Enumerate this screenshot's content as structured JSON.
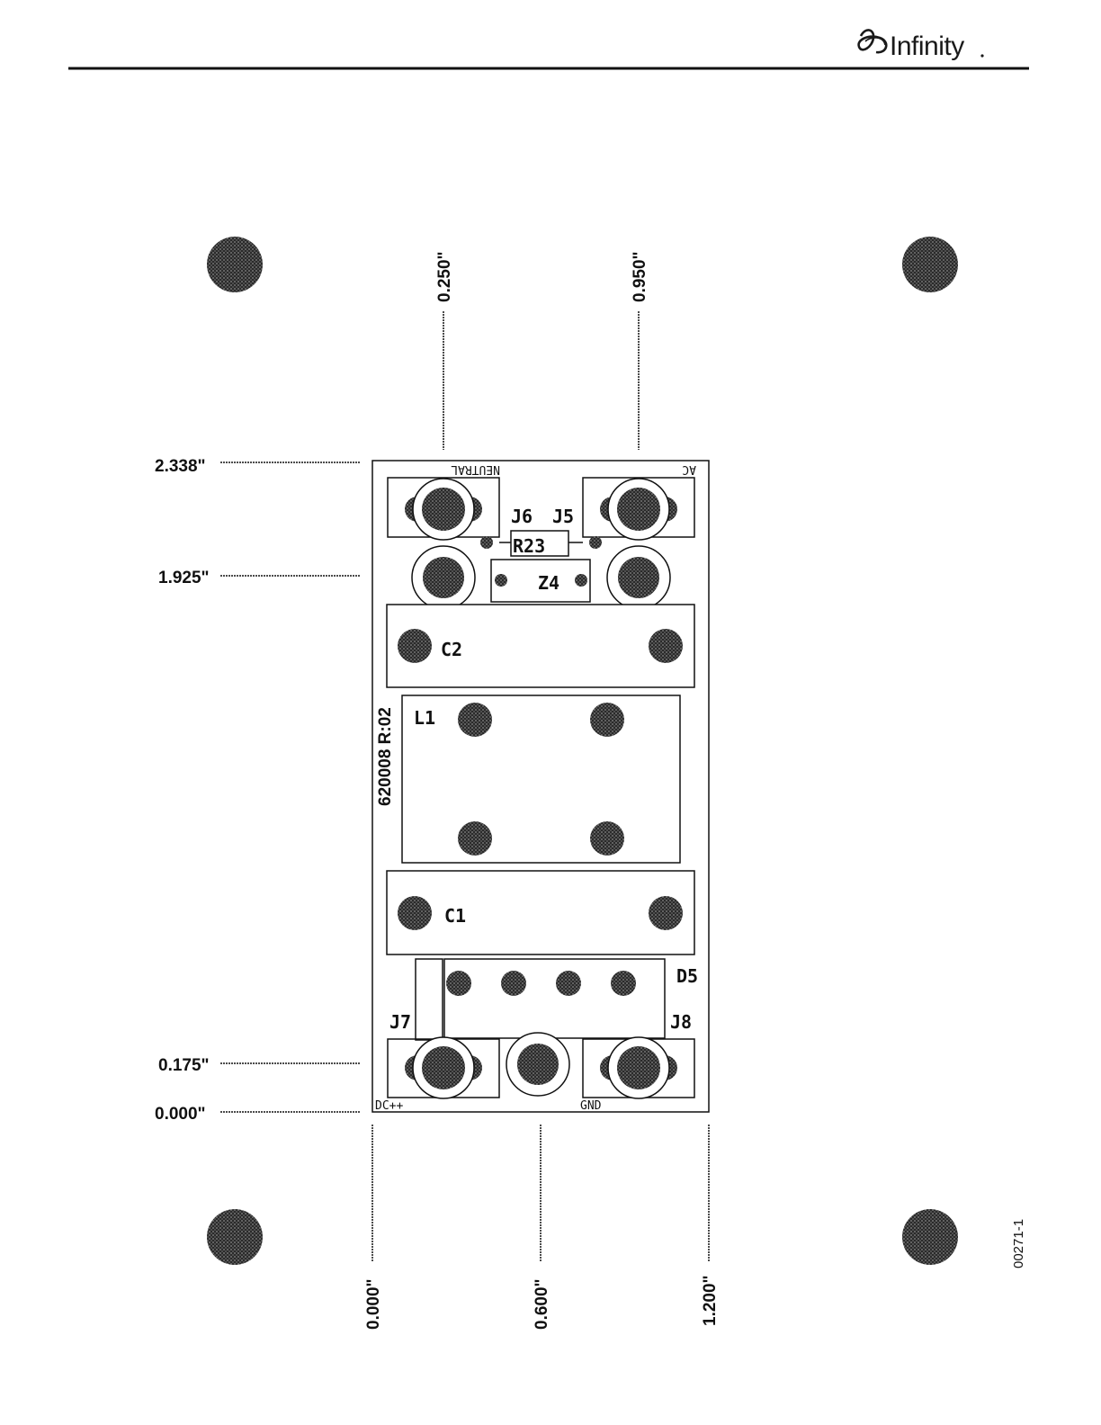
{
  "header": {
    "brand": "Infinity",
    "brand_icon": "infinity-swirl-logo-icon"
  },
  "dimensions": {
    "top": [
      "0.250\"",
      "0.950\""
    ],
    "left": [
      "2.338\"",
      "1.925\"",
      "0.175\"",
      "0.000\""
    ],
    "bottom": [
      "0.000\"",
      "0.600\"",
      "1.200\""
    ]
  },
  "board": {
    "id": "620008 R:02",
    "labels": {
      "neutral": "NEUTRAL",
      "ac": "AC",
      "j6": "J6",
      "j5": "J5",
      "r23": "R23",
      "z4": "Z4",
      "c2": "C2",
      "l1": "L1",
      "c1": "C1",
      "d5": "D5",
      "j7": "J7",
      "j8": "J8",
      "dcpp": "DC++",
      "gnd": "GND"
    }
  },
  "figure_id": "00271-1"
}
